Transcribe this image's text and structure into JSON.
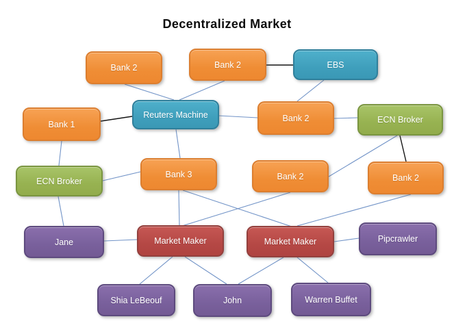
{
  "title": "Decentralized Market",
  "nodes": {
    "bank2_top_left": {
      "label": "Bank 2",
      "type": "bank"
    },
    "bank2_top_center": {
      "label": "Bank 2",
      "type": "bank"
    },
    "ebs": {
      "label": "EBS",
      "type": "platform"
    },
    "bank1": {
      "label": "Bank 1",
      "type": "bank"
    },
    "reuters_machine": {
      "label": "Reuters Machine",
      "type": "platform"
    },
    "bank2_row2": {
      "label": "Bank 2",
      "type": "bank"
    },
    "ecn_broker_right": {
      "label": "ECN Broker",
      "type": "broker"
    },
    "bank3": {
      "label": "Bank 3",
      "type": "bank"
    },
    "bank2_row3_mid": {
      "label": "Bank 2",
      "type": "bank"
    },
    "bank2_row3_right": {
      "label": "Bank 2",
      "type": "bank"
    },
    "ecn_broker_left": {
      "label": "ECN Broker",
      "type": "broker"
    },
    "jane": {
      "label": "Jane",
      "type": "trader"
    },
    "market_maker_left": {
      "label": "Market Maker",
      "type": "market-maker"
    },
    "market_maker_right": {
      "label": "Market Maker",
      "type": "market-maker"
    },
    "pipcrawler": {
      "label": "Pipcrawler",
      "type": "trader"
    },
    "shia_lebeouf": {
      "label": "Shia LeBeouf",
      "type": "trader"
    },
    "john": {
      "label": "John",
      "type": "trader"
    },
    "warren_buffet": {
      "label": "Warren Buffet",
      "type": "trader"
    }
  },
  "edges": [
    {
      "from": "bank2_top_left",
      "to": "reuters_machine",
      "line": "blue"
    },
    {
      "from": "bank2_top_center",
      "to": "reuters_machine",
      "line": "blue"
    },
    {
      "from": "bank2_top_center",
      "to": "ebs",
      "line": "black"
    },
    {
      "from": "ebs",
      "to": "bank2_row2",
      "line": "blue"
    },
    {
      "from": "bank1",
      "to": "reuters_machine",
      "line": "black"
    },
    {
      "from": "reuters_machine",
      "to": "bank2_row2",
      "line": "blue"
    },
    {
      "from": "bank2_row2",
      "to": "ecn_broker_right",
      "line": "blue"
    },
    {
      "from": "reuters_machine",
      "to": "bank3",
      "line": "blue"
    },
    {
      "from": "ecn_broker_right",
      "to": "bank2_row3_right",
      "line": "black"
    },
    {
      "from": "ecn_broker_right",
      "to": "bank2_row3_mid",
      "line": "blue"
    },
    {
      "from": "bank1",
      "to": "ecn_broker_left",
      "line": "blue"
    },
    {
      "from": "ecn_broker_left",
      "to": "bank3",
      "line": "blue"
    },
    {
      "from": "ecn_broker_left",
      "to": "jane",
      "line": "blue"
    },
    {
      "from": "jane",
      "to": "market_maker_left",
      "line": "blue"
    },
    {
      "from": "bank3",
      "to": "market_maker_left",
      "line": "blue"
    },
    {
      "from": "bank3",
      "to": "market_maker_right",
      "line": "blue"
    },
    {
      "from": "bank2_row3_mid",
      "to": "market_maker_left",
      "line": "blue"
    },
    {
      "from": "bank2_row3_right",
      "to": "market_maker_right",
      "line": "blue"
    },
    {
      "from": "market_maker_right",
      "to": "pipcrawler",
      "line": "blue"
    },
    {
      "from": "market_maker_left",
      "to": "shia_lebeouf",
      "line": "blue"
    },
    {
      "from": "market_maker_left",
      "to": "john",
      "line": "blue"
    },
    {
      "from": "market_maker_right",
      "to": "john",
      "line": "blue"
    },
    {
      "from": "market_maker_right",
      "to": "warren_buffet",
      "line": "blue"
    }
  ],
  "colors": {
    "bank_orange": "#EF8D35",
    "platform_teal": "#3F9FBC",
    "broker_green": "#97B251",
    "trader_purple": "#79609C",
    "market_maker_red": "#B54845",
    "connector_blue": "#7193C7",
    "connector_black": "#141414",
    "background": "#FFFFFF",
    "node_text": "#FFFFFF",
    "title_text": "#0D0D0D"
  }
}
